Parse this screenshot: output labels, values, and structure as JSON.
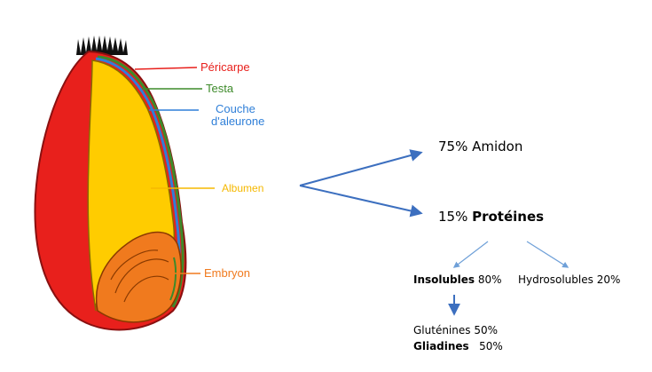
{
  "grain_labels": {
    "pericarpe": "Péricarpe",
    "testa": "Testa",
    "aleurone_line1": "Couche",
    "aleurone_line2": "d'aleurone",
    "albumen": "Albumen",
    "embryon": "Embryon"
  },
  "composition": {
    "amidon": "75% Amidon",
    "proteines_pct": "15% ",
    "proteines_label": "Protéines",
    "insolubles_label": "Insolubles",
    "insolubles_pct": " 80%",
    "hydrosolubles": "Hydrosolubles 20%",
    "glutenines": "Gluténines 50%",
    "gliadines_label": "Gliadines",
    "gliadines_pct": "   50%"
  },
  "colors": {
    "pericarpe": "#e8201c",
    "testa": "#3d8a2a",
    "aleurone": "#2f7fd8",
    "albumen": "#f5b800",
    "albumen_fill": "#ffcc00",
    "embryon": "#f07a1e",
    "arrow": "#3c6fbf",
    "arrow_light": "#6fa0d8"
  }
}
